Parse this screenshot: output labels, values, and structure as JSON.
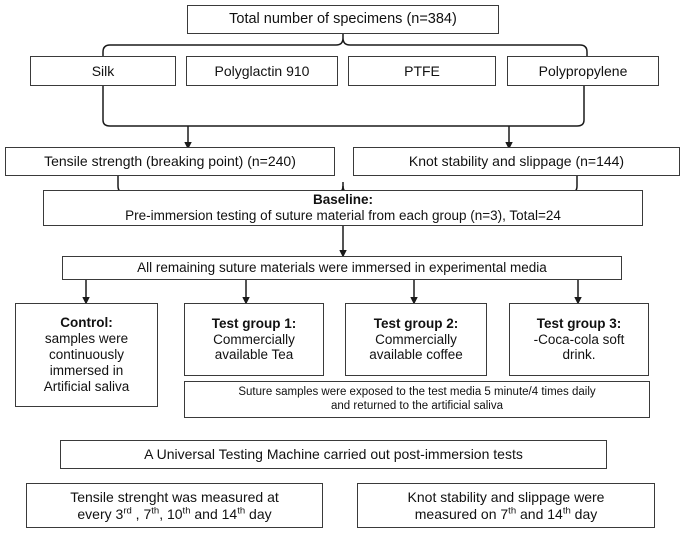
{
  "diagram": {
    "title_box": {
      "text": "Total number of specimens (n=384)"
    },
    "materials": [
      {
        "label": "Silk"
      },
      {
        "label": "Polyglactin 910"
      },
      {
        "label": "PTFE"
      },
      {
        "label": "Polypropylene"
      }
    ],
    "tests": [
      {
        "label": "Tensile strength (breaking point)  (n=240)"
      },
      {
        "label": "Knot stability and slippage (n=144)"
      }
    ],
    "baseline": {
      "heading": "Baseline:",
      "body": "Pre-immersion testing of suture material from each group (n=3), Total=24"
    },
    "immersion": {
      "text": "All remaining suture materials were immersed in experimental media"
    },
    "groups": [
      {
        "heading": "Control:",
        "lines": [
          "samples were",
          "continuously",
          "immersed in",
          "Artificial saliva"
        ]
      },
      {
        "heading": "Test group 1:",
        "lines": [
          "Commercially",
          "available Tea"
        ]
      },
      {
        "heading": "Test group 2:",
        "lines": [
          "Commercially",
          "available coffee"
        ]
      },
      {
        "heading": "Test group 3:",
        "lines": [
          "-Coca-cola soft",
          "drink."
        ]
      }
    ],
    "exposure_note": {
      "line1": "Suture samples were exposed to the test media 5 minute/4 times daily",
      "line2": "and returned to the artificial saliva"
    },
    "utm": {
      "text": "A Universal Testing Machine carried out post-immersion tests"
    },
    "results": [
      {
        "line1": "Tensile strenght was measured at",
        "line2_parts": [
          "every 3",
          "rd",
          " , 7",
          "th",
          ", 10",
          "th",
          " and 14",
          "th",
          " day"
        ]
      },
      {
        "line1": "Knot stability and slippage were",
        "line2_parts": [
          "measured on 7",
          "th",
          " and 14",
          "th",
          " day"
        ]
      }
    ],
    "colors": {
      "box_border": "#3a3a3a",
      "connector": "#1a1a1a",
      "background": "#ffffff",
      "text": "#111111"
    }
  }
}
